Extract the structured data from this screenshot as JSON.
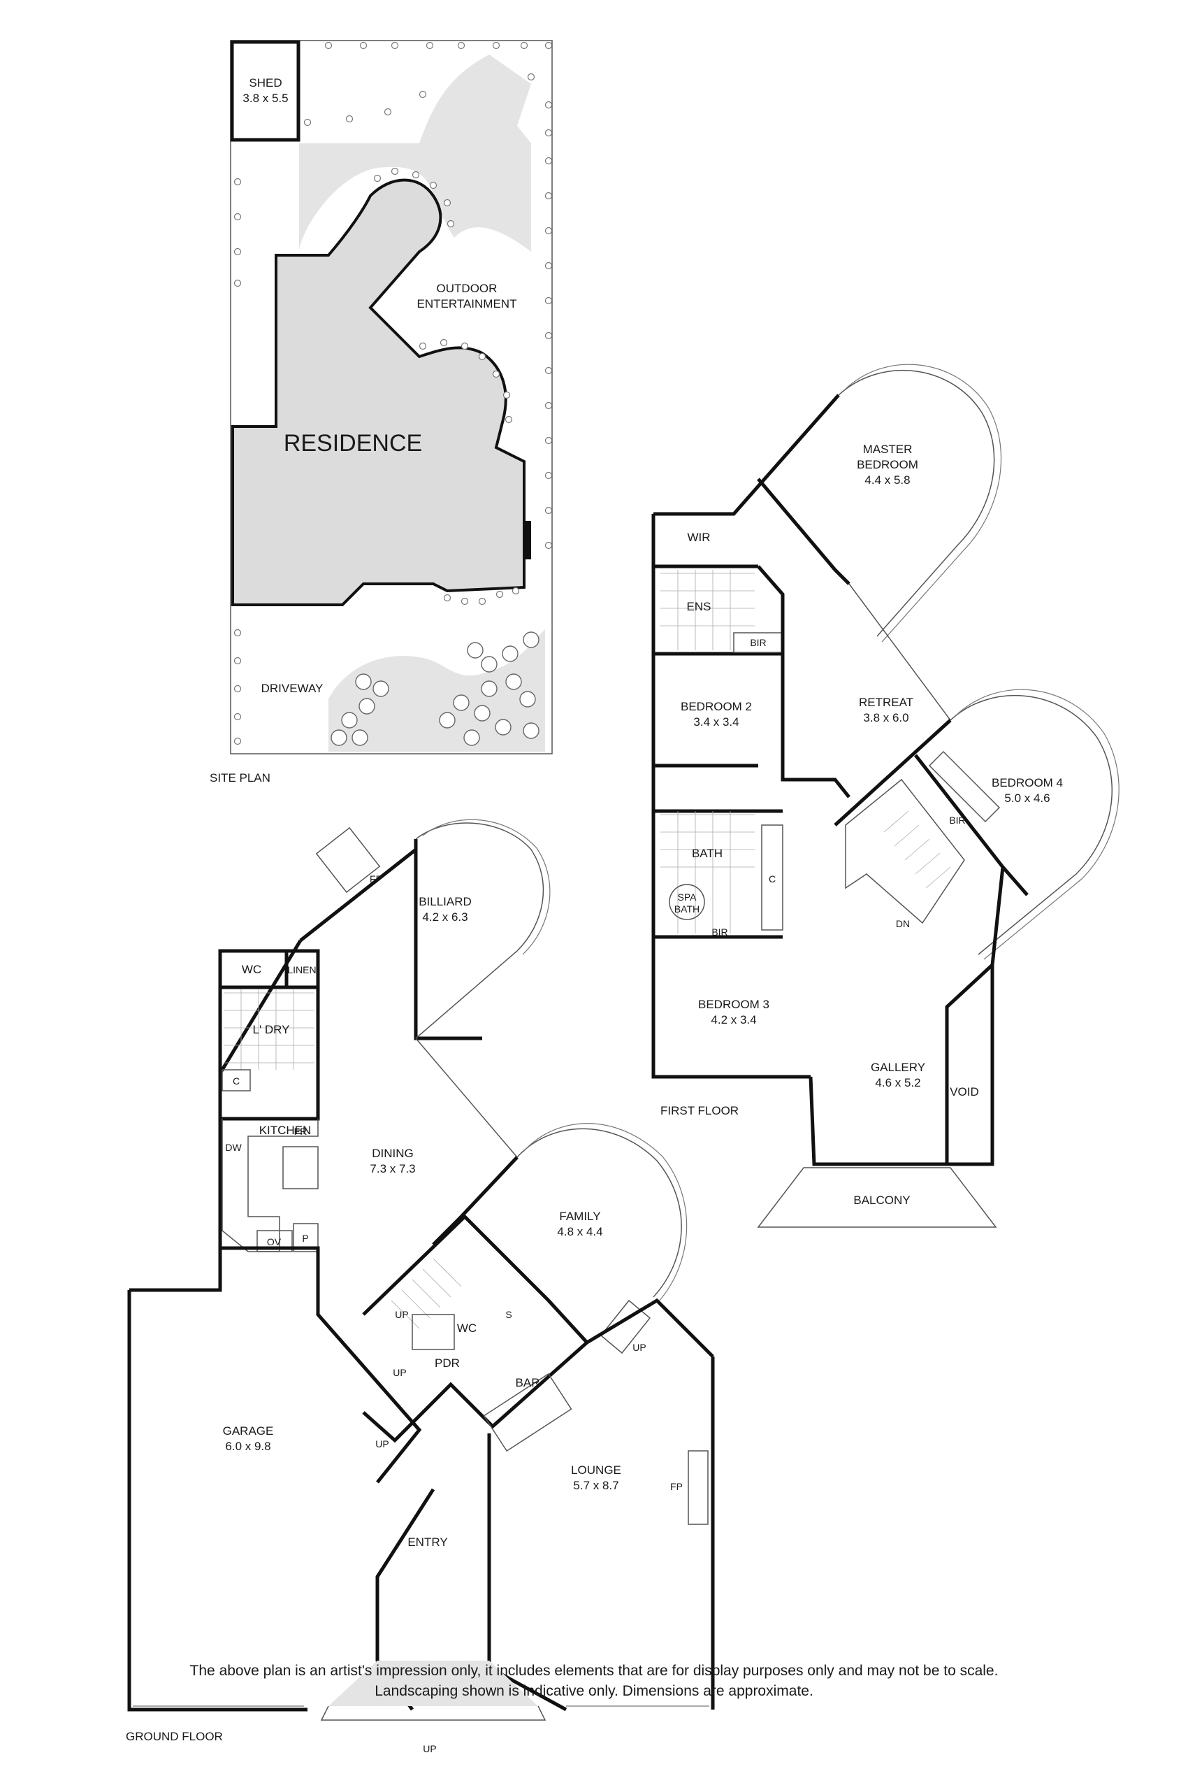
{
  "site": {
    "title": "SITE PLAN",
    "residence": "RESIDENCE",
    "shed": {
      "name": "SHED",
      "dims": "3.8 x 5.5"
    },
    "outdoor": [
      "OUTDOOR",
      "ENTERTAINMENT"
    ],
    "driveway": "DRIVEWAY"
  },
  "ground_floor": {
    "title": "GROUND FLOOR",
    "rooms": {
      "billiard": {
        "name": "BILLIARD",
        "dims": "4.2 x 6.3"
      },
      "dining": {
        "name": "DINING",
        "dims": "7.3 x 7.3"
      },
      "family": {
        "name": "FAMILY",
        "dims": "4.8 x 4.4"
      },
      "garage": {
        "name": "GARAGE",
        "dims": "6.0 x 9.8"
      },
      "lounge": {
        "name": "LOUNGE",
        "dims": "5.7 x 8.7"
      },
      "kitchen": "KITCHEN",
      "laundry": "L' DRY",
      "wc": "WC",
      "wc2": "WC",
      "linen": "LINEN",
      "entry": "ENTRY",
      "pdr": "PDR",
      "bar": "BAR"
    },
    "fixtures": {
      "fp_billiard": "FP",
      "fp_lounge": "FP",
      "fr": "FR",
      "dw": "DW",
      "ov": "OV",
      "p": "P",
      "c": "C",
      "s": "S",
      "up1": "UP",
      "up2": "UP",
      "up3": "UP",
      "up4": "UP",
      "up5": "UP"
    }
  },
  "first_floor": {
    "title": "FIRST FLOOR",
    "rooms": {
      "master": {
        "name": [
          "MASTER",
          "BEDROOM"
        ],
        "dims": "4.4 x 5.8"
      },
      "retreat": {
        "name": "RETREAT",
        "dims": "3.8 x 6.0"
      },
      "bed2": {
        "name": "BEDROOM 2",
        "dims": "3.4 x 3.4"
      },
      "bed3": {
        "name": "BEDROOM 3",
        "dims": "4.2 x 3.4"
      },
      "bed4": {
        "name": "BEDROOM 4",
        "dims": "5.0 x 4.6"
      },
      "gallery": {
        "name": "GALLERY",
        "dims": "4.6 x 5.2"
      },
      "wir": "WIR",
      "ens": "ENS",
      "bath": "BATH",
      "spa": [
        "SPA",
        "BATH"
      ],
      "void": "VOID",
      "balcony": "BALCONY"
    },
    "fixtures": {
      "bir1": "BIR",
      "bir2": "BIR",
      "bir3": "BIR",
      "c": "C",
      "dn": "DN"
    }
  },
  "disclaimer": [
    "The above plan is an artist's impression only, it includes elements that are for display purposes only and may not be to scale.",
    "Landscaping shown is indicative only. Dimensions are approximate."
  ]
}
